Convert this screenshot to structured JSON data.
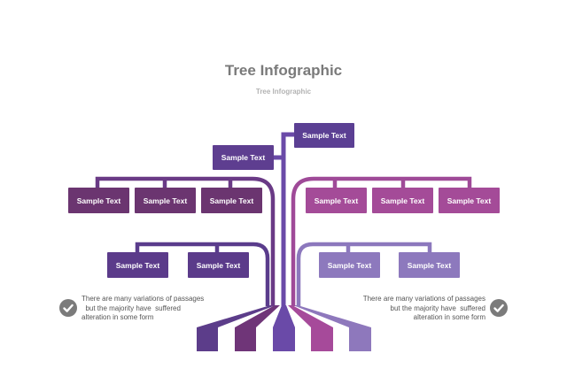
{
  "header": {
    "title": "Tree Infographic",
    "subtitle": "Tree Infographic"
  },
  "colors": {
    "dark_purple": "#5c3d8a",
    "plum": "#6f3578",
    "violet": "#7a44a6",
    "magenta": "#a64a9a",
    "lavender": "#8e78bc"
  },
  "nodes": {
    "top_right": "Sample Text",
    "top_left": "Sample Text",
    "left_row1": [
      "Sample Text",
      "Sample Text",
      "Sample Text"
    ],
    "right_row1": [
      "Sample Text",
      "Sample Text",
      "Sample Text"
    ],
    "left_row2": [
      "Sample Text",
      "Sample Text"
    ],
    "right_row2": [
      "Sample Text",
      "Sample Text"
    ]
  },
  "notes": {
    "left": "There are many variations of passages\n  but the majority have  suffered\nalteration in some form",
    "right": "There are many variations of passages\n  but the majority have  suffered\nalteration in some form"
  },
  "icons": {
    "left_note": "check-circle-icon",
    "right_note": "check-circle-icon"
  }
}
